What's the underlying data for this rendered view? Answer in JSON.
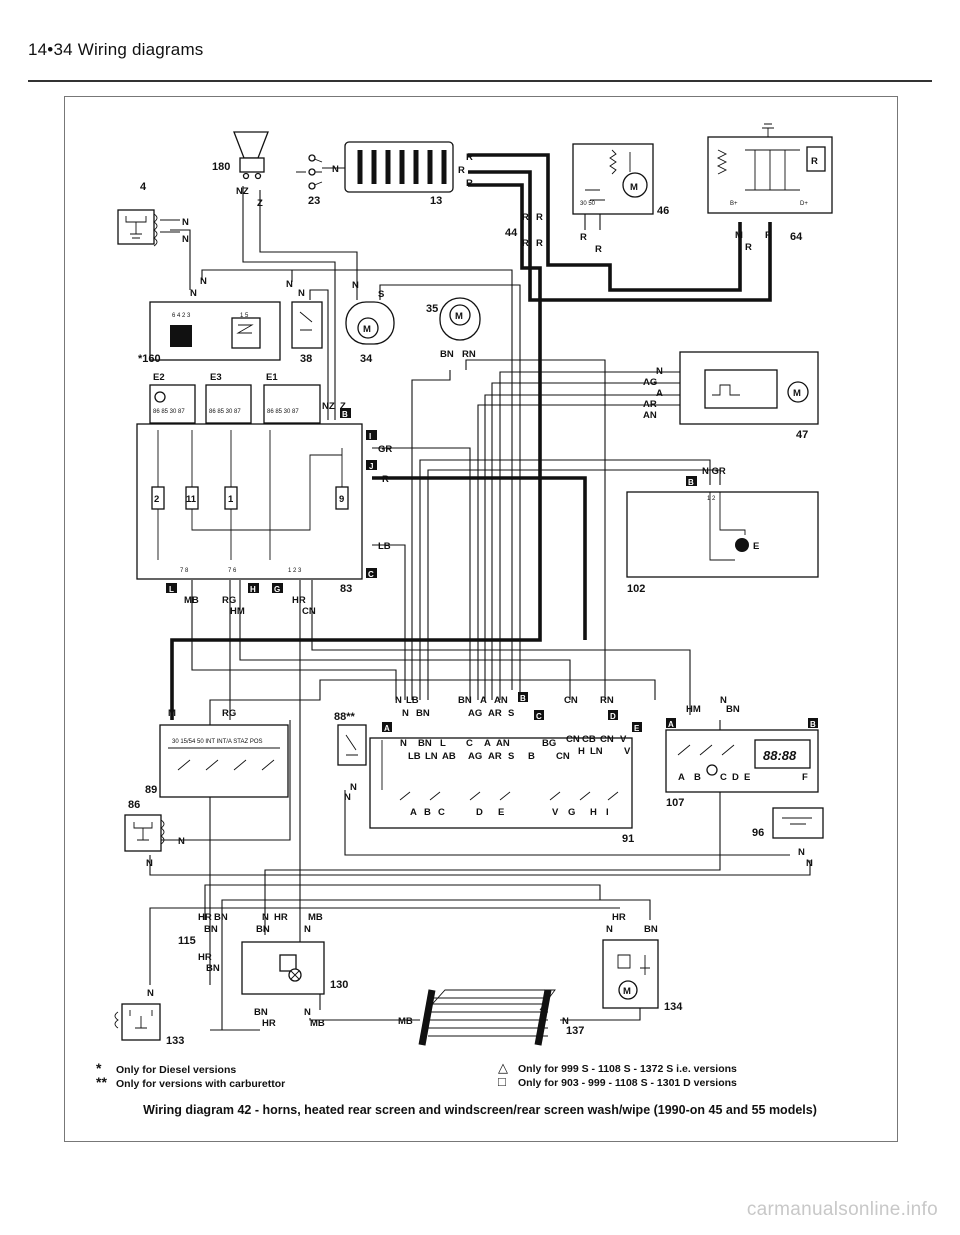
{
  "header": {
    "title": "14•34  Wiring diagrams"
  },
  "caption": "Wiring diagram 42 - horns, heated rear screen and windscreen/rear screen wash/wipe (1990-on 45 and 55 models)",
  "notes": {
    "star": "Only for Diesel versions",
    "double_star": "Only for versions with carburettor",
    "triangle": "Only for 999 S - 1108 S - 1372 S i.e. versions",
    "square": "Only for 903 - 999 - 1108 S - 1301 D versions",
    "star_mark": "*",
    "double_star_mark": "**",
    "triangle_mark": "△",
    "square_mark": "□"
  },
  "components": {
    "c4": "4",
    "c180": "180",
    "c23": "23",
    "c13": "13",
    "c46": "46",
    "c44": "44",
    "c64": "64",
    "c160": "*160",
    "c38": "38",
    "c34": "34",
    "c35": "35",
    "c47": "47",
    "c83": "83",
    "c102": "102",
    "c88": "88**",
    "c89": "89",
    "c86": "86",
    "c91": "91",
    "c107": "107",
    "c96": "96",
    "c115": "115",
    "c130": "130",
    "c133": "133",
    "c137": "137",
    "c134": "134",
    "e1": "E1",
    "e2": "E2",
    "e3": "E3",
    "lamp_e": "E",
    "display_f": "F",
    "clock": "88:88",
    "relay_2": "2",
    "relay_11": "11",
    "relay_1": "1",
    "relay_9": "9"
  },
  "wire_codes": {
    "n": "N",
    "nz": "NZ",
    "z": "Z",
    "r": "R",
    "s": "S",
    "bn": "BN",
    "rn": "RN",
    "ag": "AG",
    "a": "A",
    "ar": "AR",
    "an": "AN",
    "ngr": "N GR",
    "gr": "GR",
    "lb": "LB",
    "mb": "MB",
    "rg": "RG",
    "hm": "HM",
    "hr": "HR",
    "cn": "CN",
    "m": "M",
    "l": "L",
    "c": "C",
    "ln": "LN",
    "ab": "AB",
    "b": "B",
    "bg": "BG",
    "g": "G",
    "cb": "CB",
    "h": "H",
    "v": "V"
  },
  "connectors": {
    "a": "A",
    "b": "B",
    "c": "C",
    "d": "D",
    "e": "E",
    "g": "G",
    "h": "H",
    "i": "I",
    "j": "J",
    "l": "L"
  },
  "watermark": "carmanualsonline.info"
}
